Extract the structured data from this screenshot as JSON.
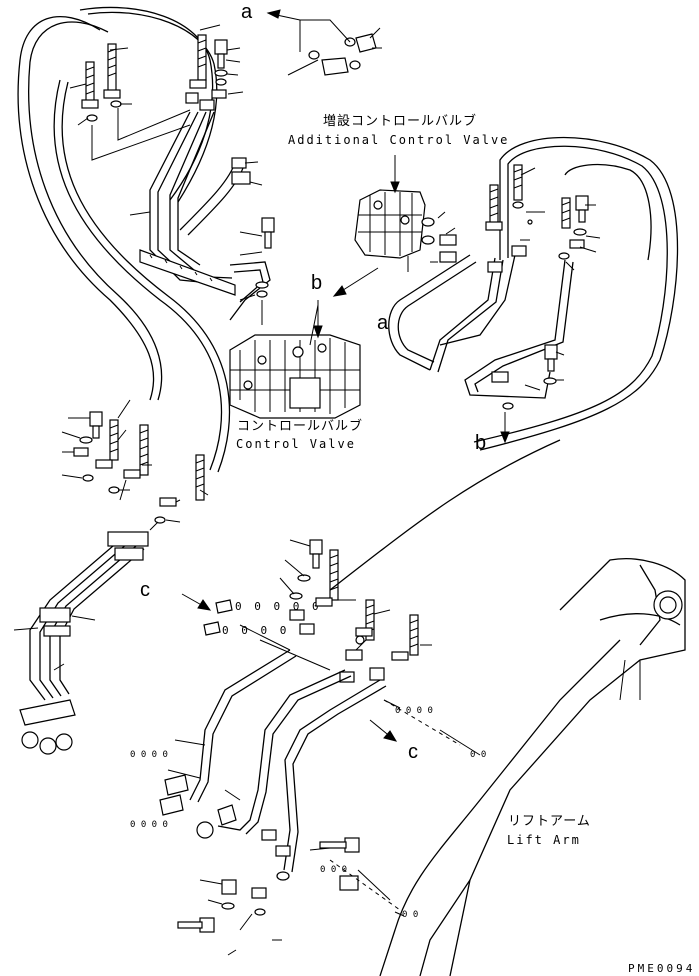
{
  "labels": {
    "ref_a_top": "a",
    "ref_a_mid": "a",
    "ref_b_mid": "b",
    "ref_b_right": "b",
    "ref_c_left": "c",
    "ref_c_right": "c",
    "additional_valve_jp": "増設コントロールバルブ",
    "additional_valve_en": "Additional Control Valve",
    "control_valve_jp": "コントロールバルブ",
    "control_valve_en": "Control Valve",
    "lift_arm_jp": "リフトアーム",
    "lift_arm_en": "Lift Arm",
    "drawing_code": "PME0094"
  },
  "icons": {
    "arrow": "arrow-icon",
    "bolt": "bolt-icon",
    "hose": "hose-icon",
    "valve": "valve-icon"
  }
}
